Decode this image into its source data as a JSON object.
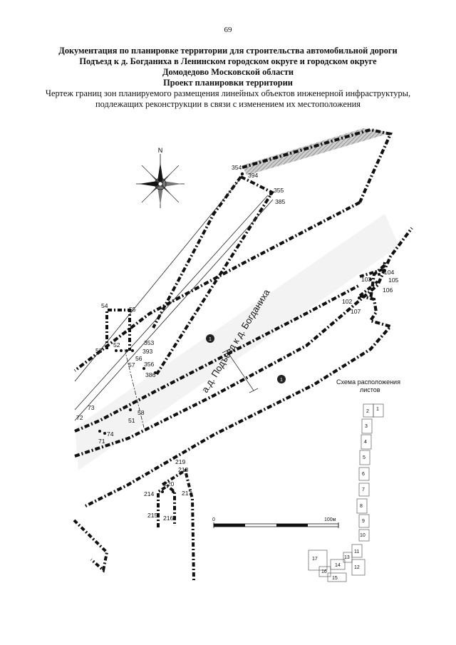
{
  "page_number": "69",
  "title": {
    "line1": "Документация по планировке территории для строительства автомобильной дороги",
    "line2": "Подъезд к д. Богданиха в Ленинском городском округе и городском округе",
    "line3": "Домодедово Московской области",
    "line4": "Проект планировки территории",
    "line5": "Чертеж границ зон планируемого размещения линейных объектов инженерной инфраструктуры,",
    "line6": "подлежащих реконструкции в связи с изменением их местоположения"
  },
  "compass": {
    "north_label": "N",
    "icon": "compass-rose-icon"
  },
  "road_label": "а.д. Подъезд к д. Богданиха",
  "marker_symbol": "1",
  "points": {
    "p354": "354",
    "p394": "394",
    "p355": "355",
    "p385": "385",
    "p103": "103",
    "p104": "104",
    "p105": "105",
    "p106": "106",
    "p102": "102",
    "p107": "107",
    "p54": "54",
    "p55": "55",
    "p52": "52",
    "p53": "53",
    "p353": "353",
    "p393": "393",
    "p56": "56",
    "p57": "57",
    "p356": "356",
    "p386": "386",
    "p58": "58",
    "p51": "51",
    "p73": "73",
    "p72": "72",
    "p74": "74",
    "p71": "71",
    "p219": "219",
    "p218": "218",
    "p220": "220",
    "p214": "214",
    "p217": "217",
    "p215": "215",
    "p216": "216"
  },
  "scale_bar": {
    "start": "0",
    "end": "100м"
  },
  "scheme": {
    "title_line1": "Схема расположения",
    "title_line2": "листов",
    "sheets": [
      "1",
      "2",
      "3",
      "4",
      "5",
      "6",
      "7",
      "8",
      "9",
      "10",
      "11",
      "12",
      "13",
      "14",
      "15",
      "16",
      "17"
    ]
  }
}
